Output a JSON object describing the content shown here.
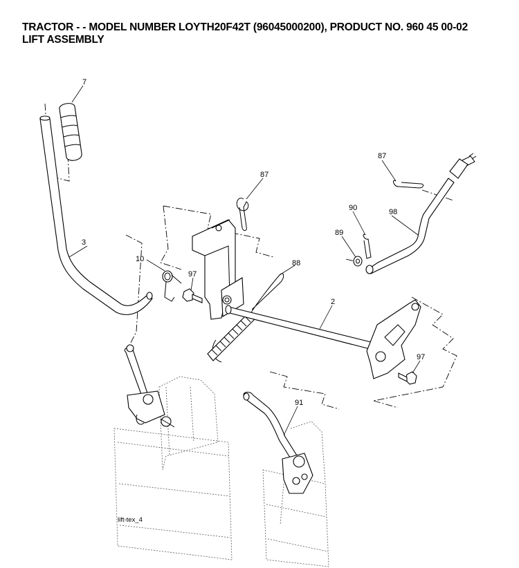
{
  "header": {
    "line1": "TRACTOR - - MODEL NUMBER LOYTH20F42T (96045000200), PRODUCT NO. 960 45 00-02",
    "line2": "LIFT ASSEMBLY"
  },
  "callouts": {
    "c7": "7",
    "c3": "3",
    "c10": "10",
    "c97a": "97",
    "c87a": "87",
    "c88": "88",
    "c87b": "87",
    "c90": "90",
    "c89": "89",
    "c98": "98",
    "c2": "2",
    "c97b": "97",
    "c91": "91"
  },
  "caption": "lift-tex_4"
}
